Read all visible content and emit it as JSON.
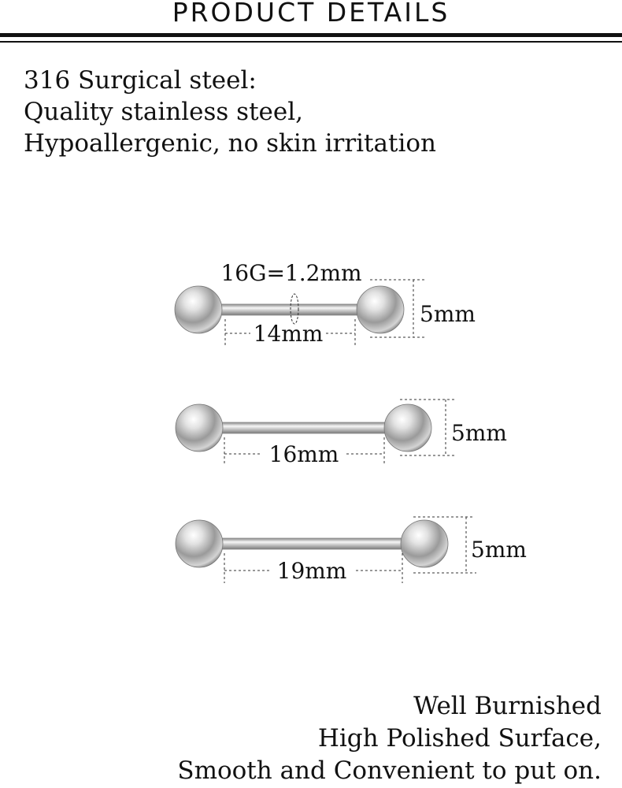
{
  "header": {
    "title": "PRODUCT  DETAILS"
  },
  "intro": {
    "lines": [
      "316 Surgical steel:",
      "Quality stainless steel,",
      "Hypoallergenic, no skin irritation"
    ]
  },
  "barbells": [
    {
      "gauge_label": "16G=1.2mm",
      "length_label": "14mm",
      "ball_label": "5mm"
    },
    {
      "length_label": "16mm",
      "ball_label": "5mm"
    },
    {
      "length_label": "19mm",
      "ball_label": "5mm"
    }
  ],
  "outro": {
    "lines": [
      "Well Burnished",
      "High Polished Surface,",
      "Smooth and Convenient to put on."
    ]
  },
  "icons": {
    "barbell": "barbell-icon",
    "ball": "steel-ball-icon"
  },
  "colors": {
    "text": "#111111",
    "background": "#ffffff",
    "steel_light": "#f4f4f4",
    "steel_dark": "#6e6e6e"
  }
}
